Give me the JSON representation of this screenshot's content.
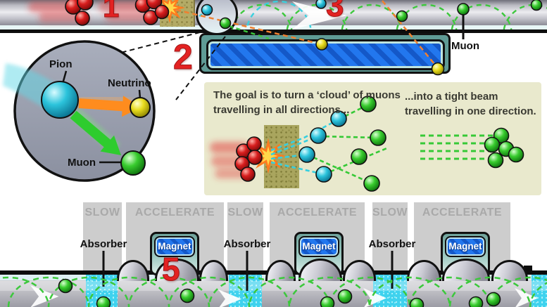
{
  "stage_numbers": {
    "n1": "1",
    "n2": "2",
    "n3": "3",
    "n5": "5"
  },
  "decay_inset": {
    "pion": "Pion",
    "neutrino": "Neutrino",
    "muon": "Muon"
  },
  "beamline": {
    "muon_callout": "Muon"
  },
  "goal_panel": {
    "left_line1": "The goal is to turn a ‘cloud’ of muons",
    "left_line2": "travelling in all directions...",
    "right_line1": "...into a tight beam",
    "right_line2": "travelling in one direction."
  },
  "cooling_channel": {
    "bands": [
      {
        "label": "SLOW"
      },
      {
        "label": "ACCELERATE"
      },
      {
        "label": "SLOW"
      },
      {
        "label": "ACCELERATE"
      },
      {
        "label": "SLOW"
      },
      {
        "label": "ACCELERATE"
      }
    ],
    "absorber_label": "Absorber",
    "magnet_label": "Magnet"
  },
  "colors": {
    "numeral_red": "#e32222",
    "magnet_blue": "#2277ee",
    "magnet_blue_dark": "#1458c8",
    "absorber_cyan": "#3fd2ee",
    "band_gray": "#cdcdcd",
    "band_text_gray": "#a9a9a9",
    "teal_frame": "#5f9b95",
    "panel_bg": "#e9e9cd",
    "muon_green": "#3ecb3e",
    "pion_cyan": "#35cfe0",
    "neutrino_orange": "#f08030"
  }
}
